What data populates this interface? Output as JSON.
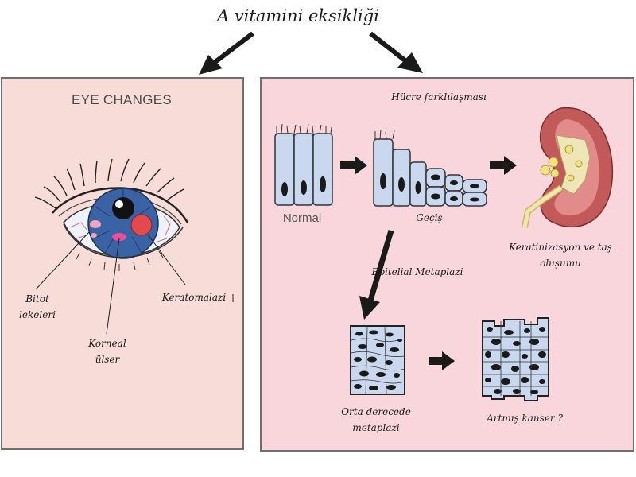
{
  "title": "A vitamini eksikliği",
  "left_panel": {
    "heading": "EYE CHANGES",
    "labels": {
      "bitot_line1": "Bitot",
      "bitot_line2": "lekeleri",
      "korneal_line1": "Korneal",
      "korneal_line2": "ülser",
      "keratomalazi": "Keratomalazi"
    }
  },
  "right_panel": {
    "heading": "Hücre farklılaşması",
    "normal": "Normal",
    "gecis": "Geçiş",
    "keratinizasyon_line1": "Keratinizasyon ve taş",
    "keratinizasyon_line2": "oluşumu",
    "epitelial": "Epitelial Metaplazi",
    "orta_line1": "Orta derecede",
    "orta_line2": "metaplazi",
    "artmis": "Artmış kanser ?"
  },
  "colors": {
    "left_panel_bg": "#f7dcd8",
    "right_panel_bg": "#f8d6dc",
    "cell_fill": "#c9d7ef",
    "nucleus": "#1a1a1a",
    "kidney_outer": "#c25a5a",
    "stone": "#f3e27a"
  }
}
